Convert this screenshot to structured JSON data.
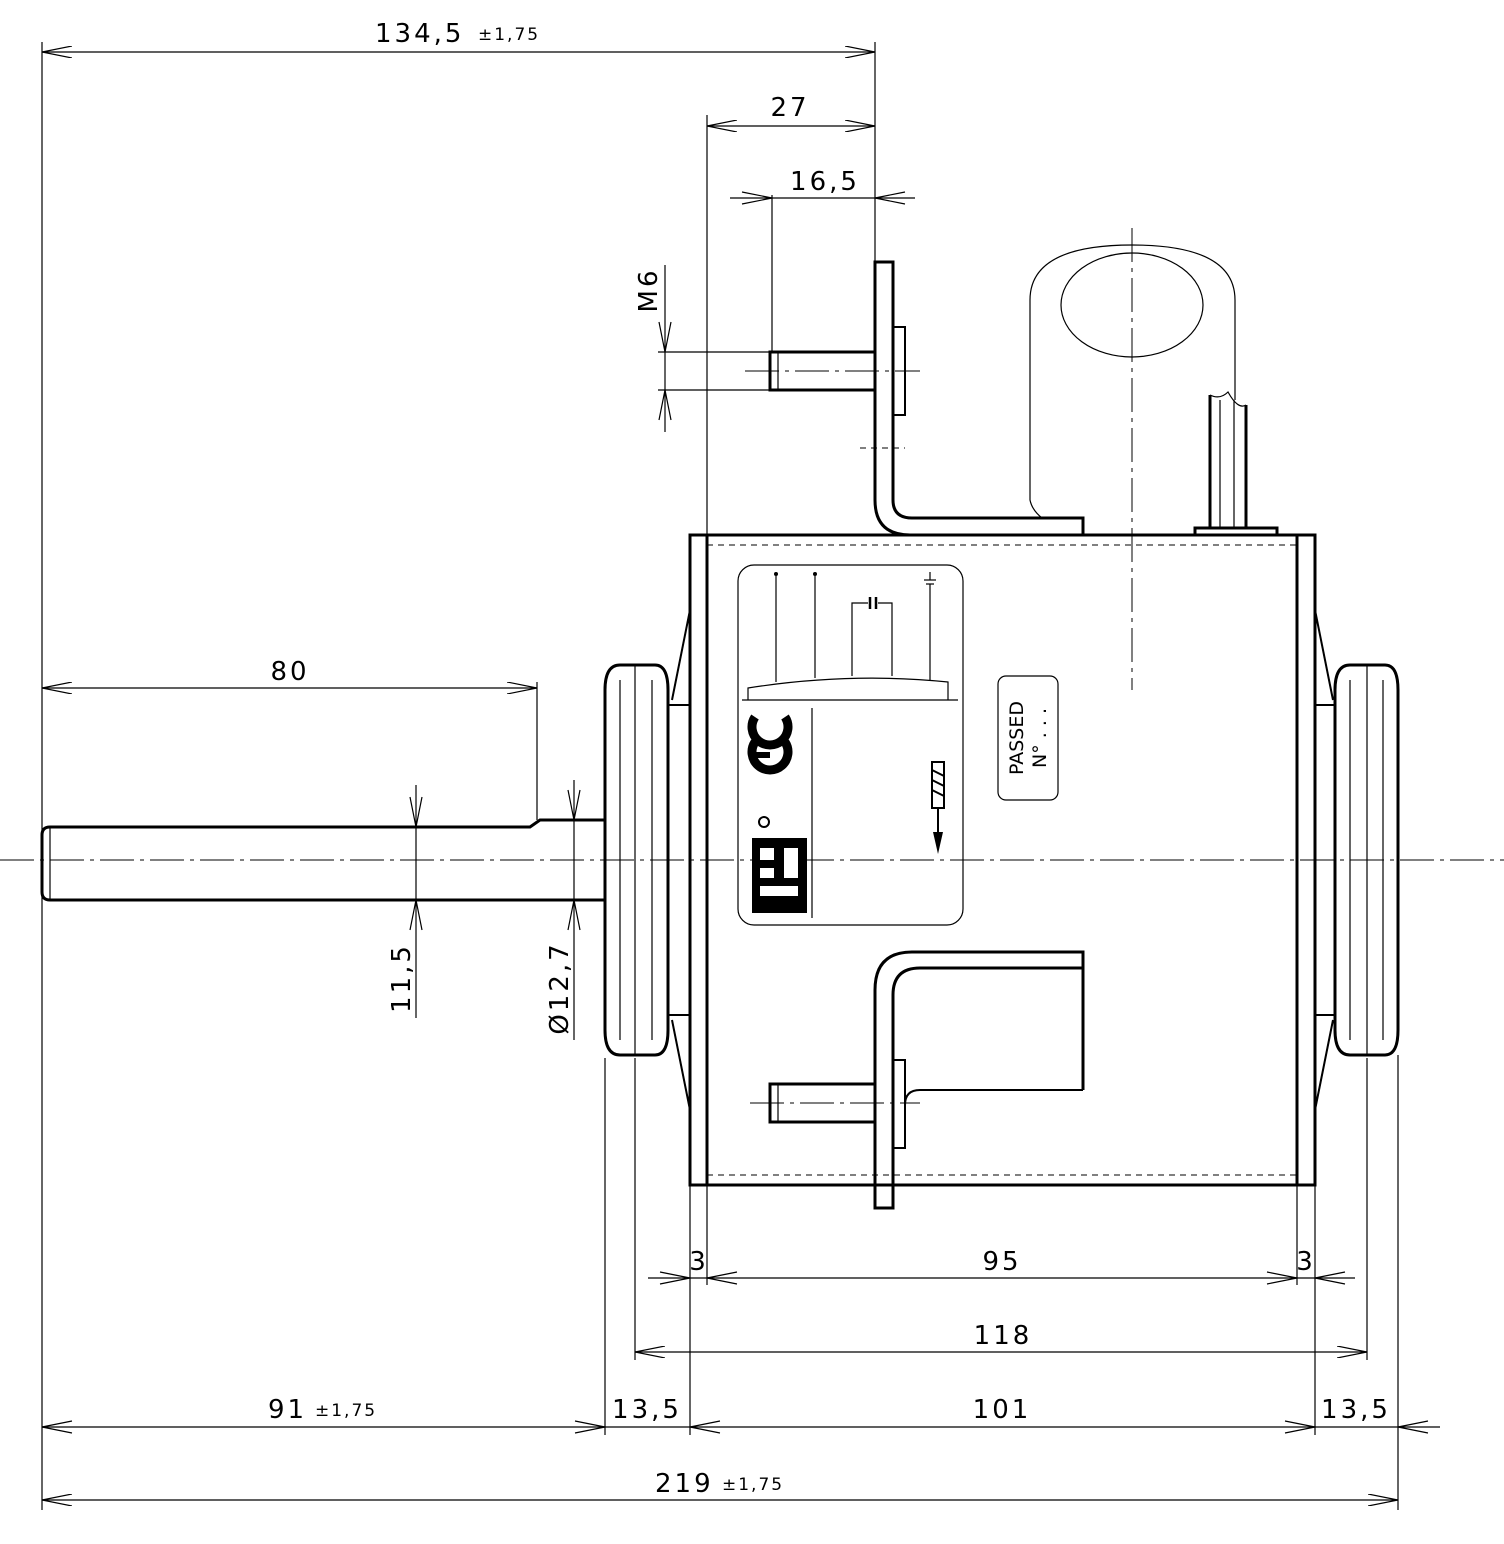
{
  "dimensions": {
    "overall_to_bracket": {
      "value": "134,5",
      "tol": "±1,75"
    },
    "bracket_width": "27",
    "bolt_offset": "16,5",
    "thread": "M6",
    "shaft_length": "80",
    "shaft_flat": "11,5",
    "shaft_diameter": "Ø12,7",
    "end_left": "3",
    "body_inner": "95",
    "end_right": "3",
    "ring_span": "118",
    "shaft_total": {
      "value": "91",
      "tol": "±1,75"
    },
    "ring_left": "13,5",
    "body": "101",
    "ring_right": "13,5",
    "overall": {
      "value": "219",
      "tol": "±1,75"
    }
  },
  "label": {
    "passed": "PASSED",
    "number": "N° . . ."
  },
  "logo_icons": [
    "ce-mark-icon",
    "manufacturer-logo-icon",
    "rotation-arrow-icon",
    "capacitor-icon",
    "ground-icon"
  ]
}
